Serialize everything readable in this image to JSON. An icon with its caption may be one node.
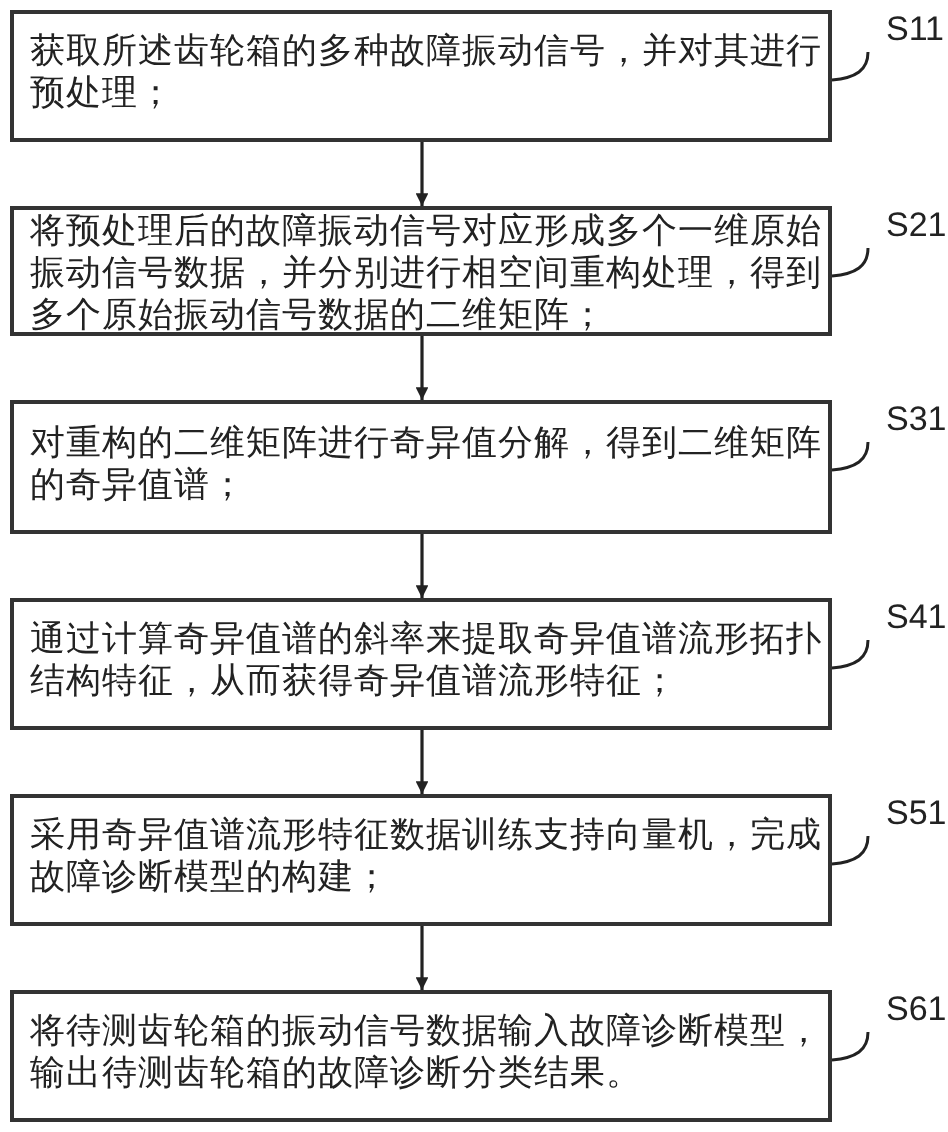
{
  "diagram": {
    "nodes": [
      {
        "text": [
          "获取所述齿轮箱的多种故障振动信号，并对其进行预处理；"
        ]
      },
      {
        "text": [
          "将预处理后的故障振动信号对应形成多个一维原始振动信号数据，并分别进行相空间重构处理，得到多个原始振动信号数据的二维矩阵；"
        ]
      },
      {
        "text": [
          "对重构的二维矩阵进行奇异值分解，得到二维矩阵的奇异值谱；"
        ]
      },
      {
        "text": [
          "通过计算奇异值谱的斜率来提取奇异值谱流形拓扑结构特征，从而获得奇异值谱流形特征；"
        ]
      },
      {
        "text": [
          "采用奇异值谱流形特征数据训练支持向量机，完成故障诊断模型的构建；"
        ]
      },
      {
        "text": [
          "将待测齿轮箱的振动信号数据输入故障诊断模型，输出待测齿轮箱的故障诊断分类结果。"
        ]
      },
      {
        "text": [
          "S11"
        ]
      },
      {
        "text": [
          "S21"
        ]
      },
      {
        "text": [
          "S31"
        ]
      },
      {
        "text": [
          "S41"
        ]
      },
      {
        "text": [
          "S51"
        ]
      },
      {
        "text": [
          "S61"
        ]
      }
    ],
    "edges": [
      {
        "from": 0,
        "to": 1,
        "arrow": "to"
      },
      {
        "from": 1,
        "to": 2,
        "arrow": "to"
      },
      {
        "from": 2,
        "to": 3,
        "arrow": "to"
      },
      {
        "from": 3,
        "to": 4,
        "arrow": "to"
      },
      {
        "from": 4,
        "to": 5,
        "arrow": "to"
      },
      {
        "from": 6,
        "to": 0,
        "arrow": "none"
      },
      {
        "from": 7,
        "to": 1,
        "arrow": "none"
      },
      {
        "from": 8,
        "to": 2,
        "arrow": "none"
      },
      {
        "from": 9,
        "to": 3,
        "arrow": "none"
      },
      {
        "from": 10,
        "to": 4,
        "arrow": "none"
      },
      {
        "from": 11,
        "to": 5,
        "arrow": "none"
      }
    ]
  }
}
